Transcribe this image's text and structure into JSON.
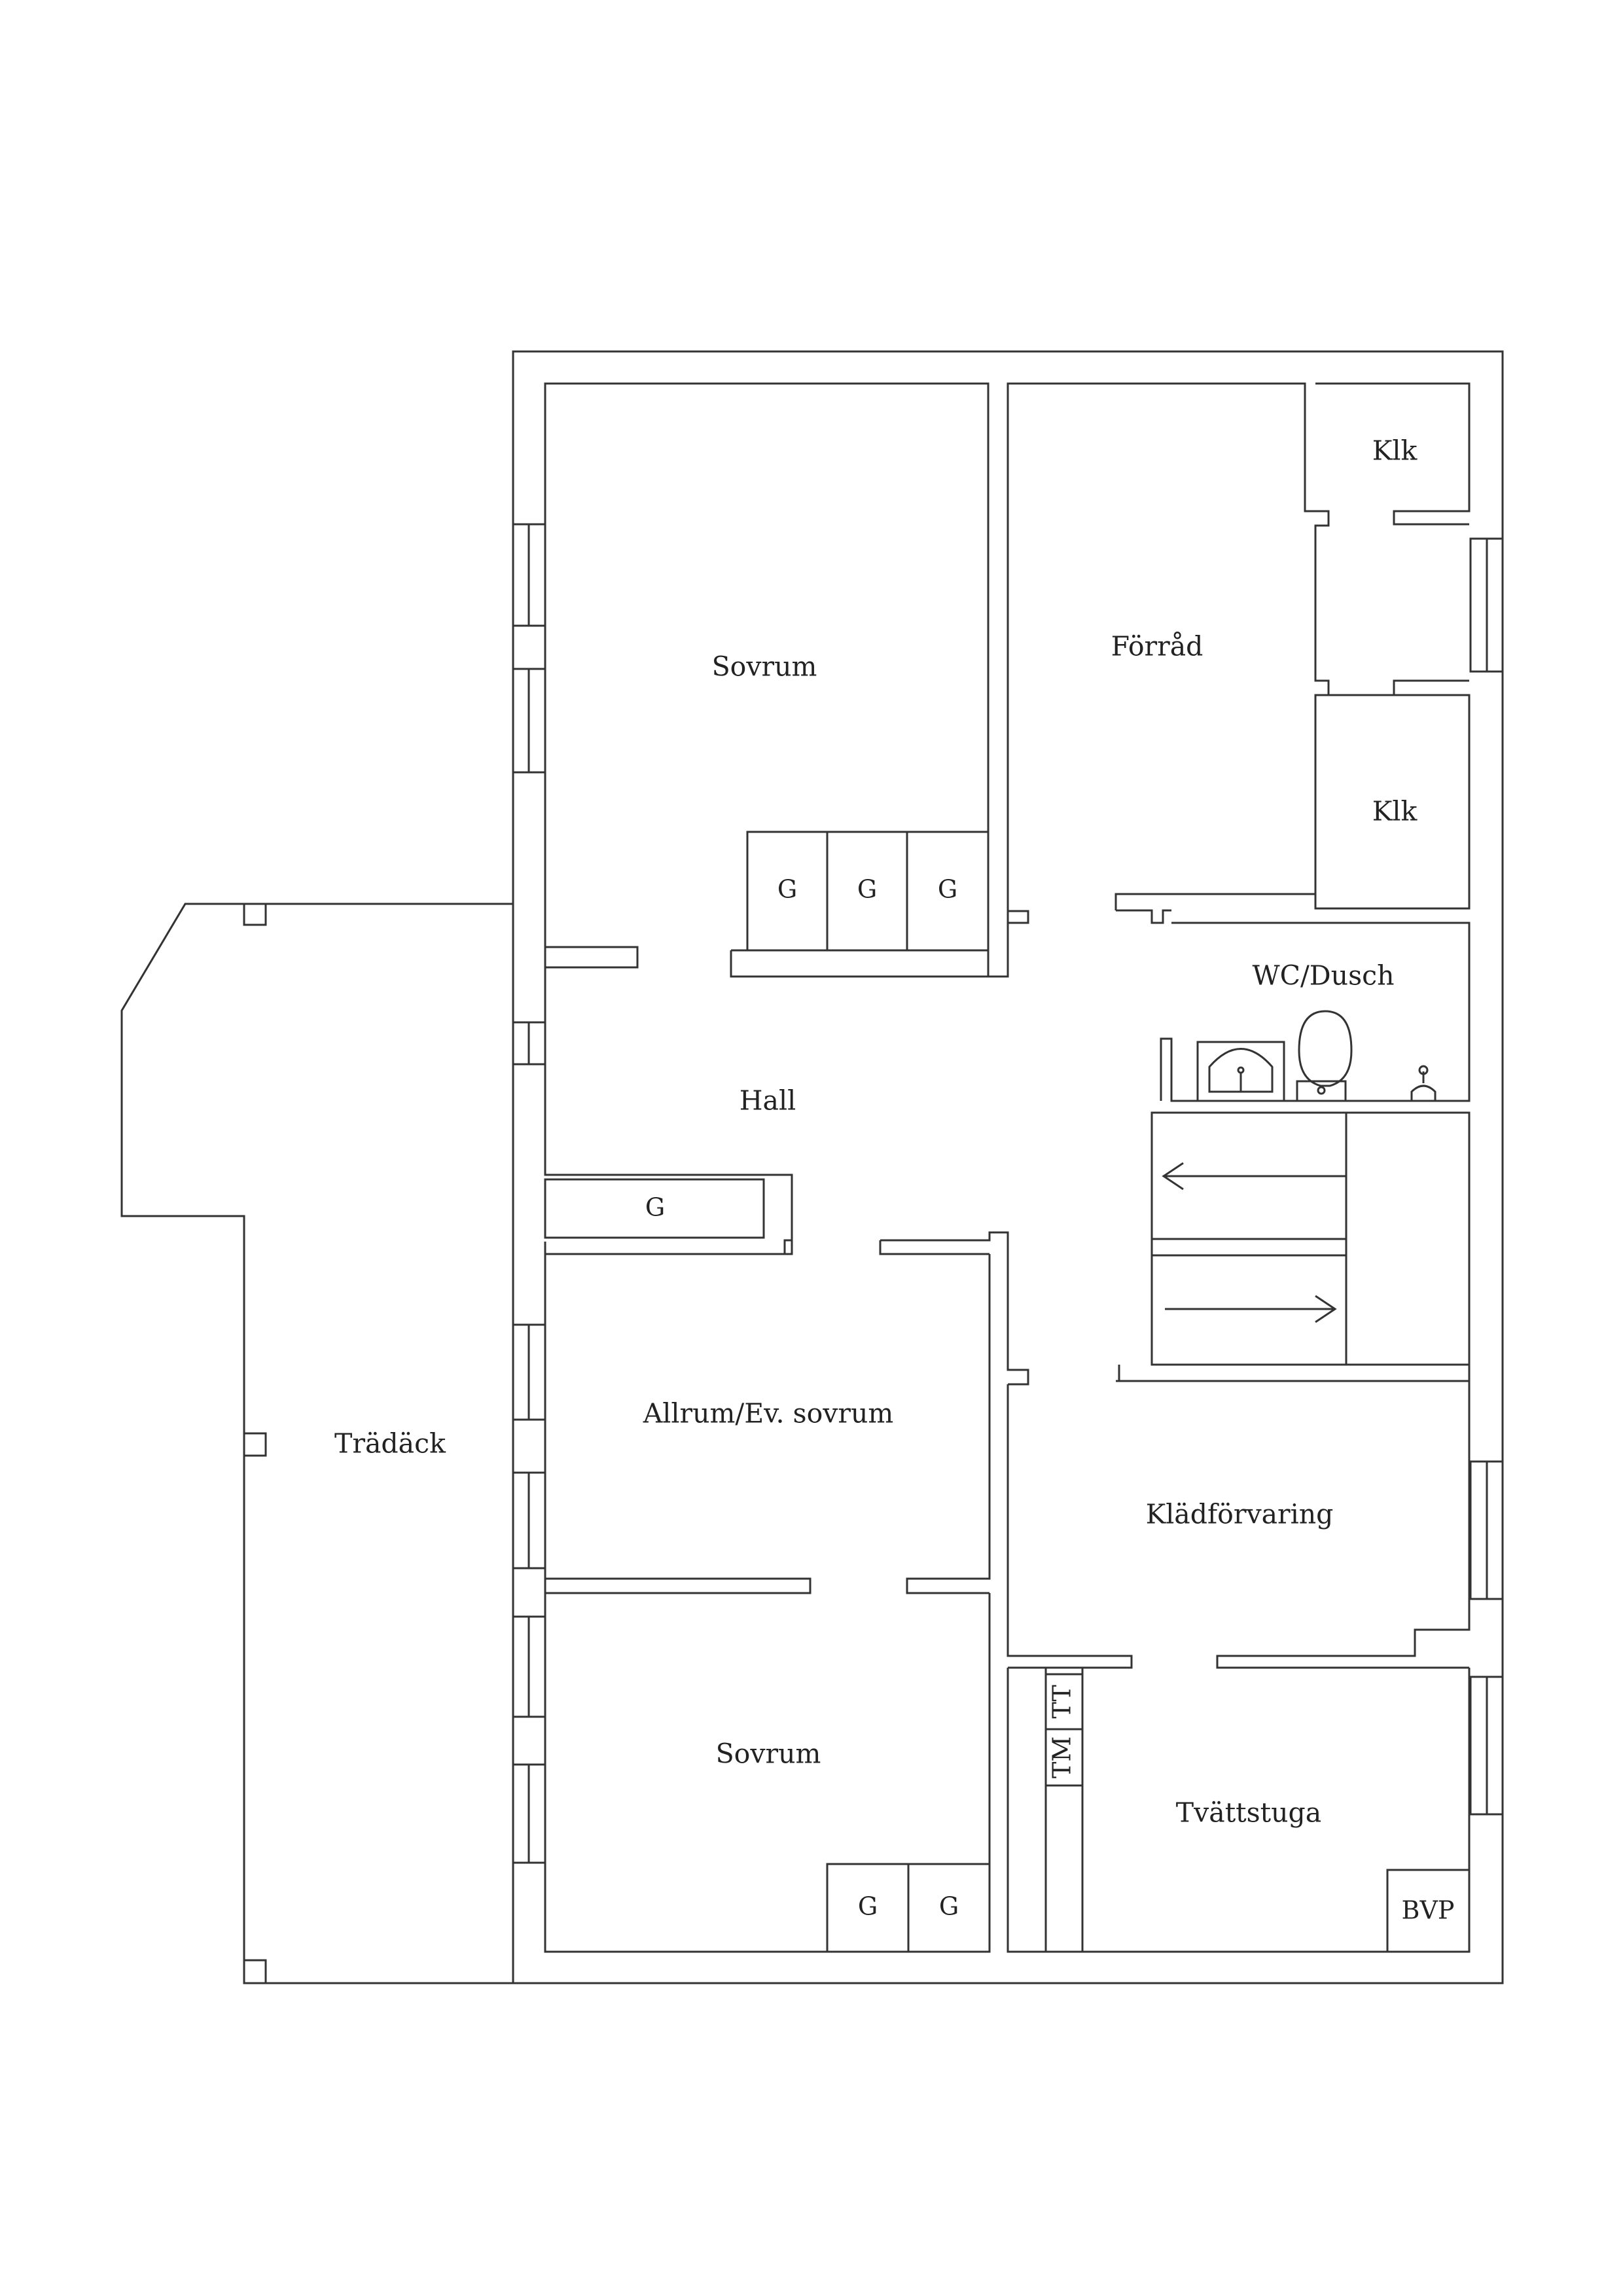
{
  "rooms": {
    "sovrum_top": "Sovrum",
    "forrad": "Förråd",
    "klk_top": "Klk",
    "klk_bottom": "Klk",
    "wc_dusch": "WC/Dusch",
    "hall": "Hall",
    "allrum": "Allrum/Ev. sovrum",
    "sovrum_bottom": "Sovrum",
    "tradack": "Trädäck",
    "kladforvaring": "Klädförvaring",
    "tvattstuga": "Tvättstuga"
  },
  "fixtures": {
    "wardrobe": "G",
    "tumble_dryer": "TT",
    "washing_machine": "TM",
    "heat_pump": "BVP"
  },
  "colors": {
    "line": "#333333",
    "background": "#ffffff"
  }
}
